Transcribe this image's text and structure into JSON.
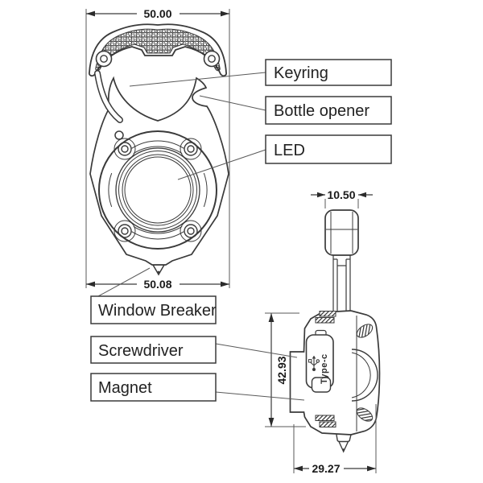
{
  "diagram": {
    "type": "technical-drawing",
    "subject": "keychain multi-tool, front and side orthographic views",
    "labels": {
      "keyring": "Keyring",
      "bottle_opener": "Bottle opener",
      "led": "LED",
      "window_breaker": "Window Breaker",
      "screwdriver": "Screwdriver",
      "magnet": "Magnet"
    },
    "dims": {
      "handle_width": "50.00",
      "body_width": "50.08",
      "side_top_width": "10.50",
      "side_height": "42.93",
      "side_bottom_width": "29.27"
    },
    "side_view": {
      "port": "Type-c"
    },
    "colors": {
      "line": "#3a3a3a",
      "thin_line": "#555555",
      "text": "#1a1a1a",
      "background": "#ffffff"
    }
  }
}
